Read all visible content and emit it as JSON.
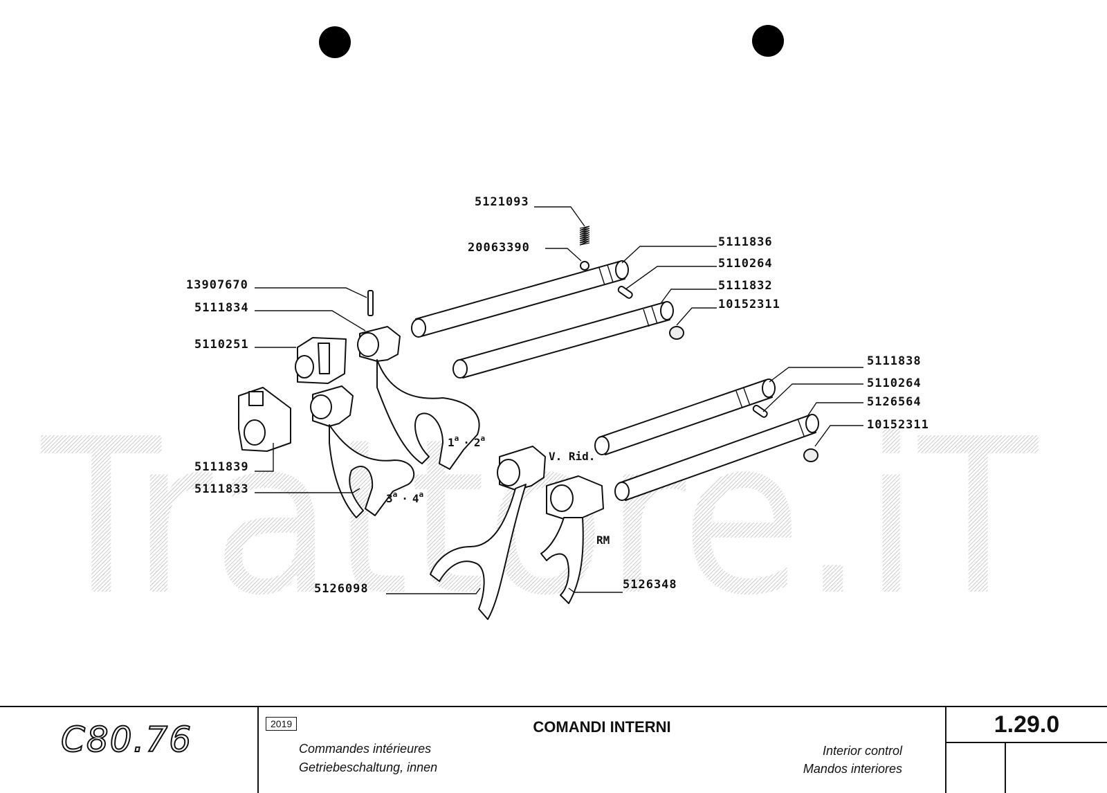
{
  "diagram": {
    "part_numbers": {
      "p5121093": "5121093",
      "p20063390": "20063390",
      "p5111836": "5111836",
      "p5110264a": "5110264",
      "p5111832": "5111832",
      "p10152311a": "10152311",
      "p13907670": "13907670",
      "p5111834": "5111834",
      "p5110251": "5110251",
      "p5111839": "5111839",
      "p5111833": "5111833",
      "p5111838": "5111838",
      "p5110264b": "5110264",
      "p5126564": "5126564",
      "p10152311b": "10152311",
      "p5126098": "5126098",
      "p5126348": "5126348"
    },
    "gear_labels": {
      "g12_a": "1",
      "g12_a_sup": "a",
      "g12_sep": "·",
      "g12_b": "2",
      "g12_b_sup": "a",
      "g34_a": "3",
      "g34_a_sup": "a",
      "g34_sep": "·",
      "g34_b": "4",
      "g34_b_sup": "a",
      "vrid": "V. Rid.",
      "rm": "RM"
    },
    "watermark": "Trattore.iT"
  },
  "title_block": {
    "model": "C80.76",
    "code": "2019",
    "title_it": "COMANDI INTERNI",
    "title_fr": "Commandes intérieures",
    "title_de": "Getriebeschaltung, innen",
    "title_en": "Interior control",
    "title_es": "Mandos interiores",
    "page": "1.29.0"
  }
}
